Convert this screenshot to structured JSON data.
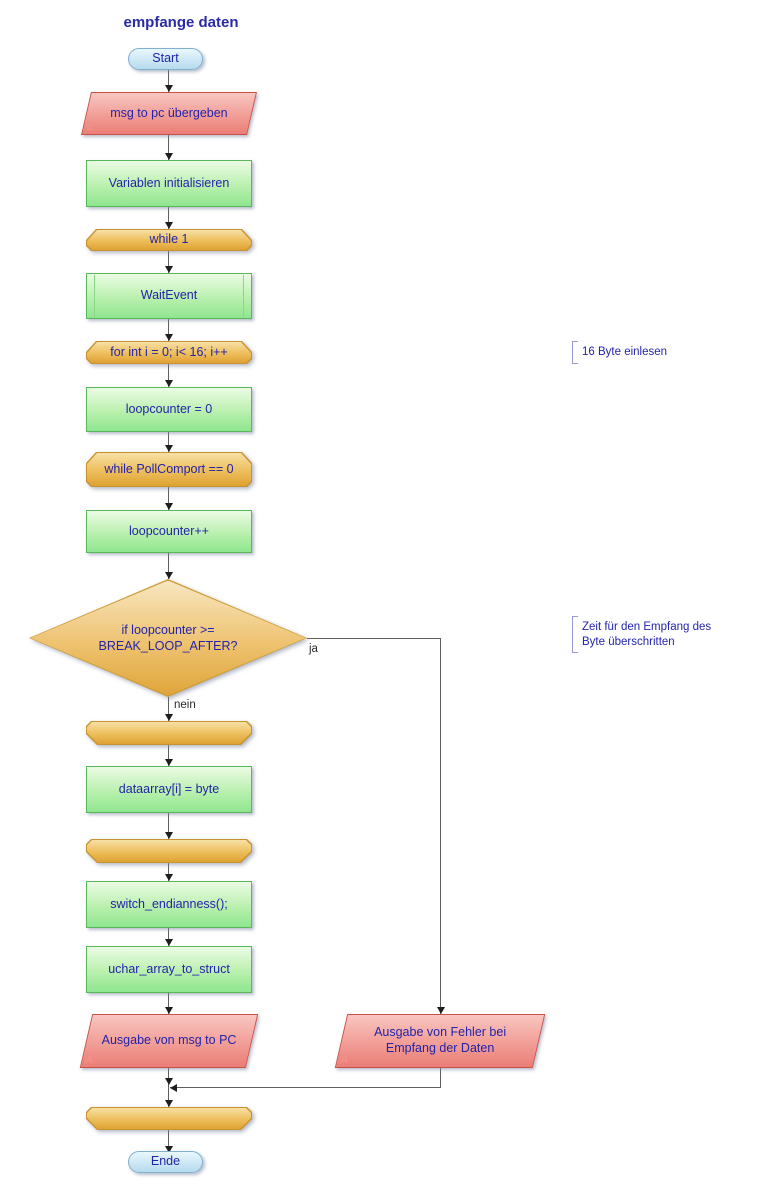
{
  "title": "empfange daten",
  "nodes": {
    "start": {
      "type": "terminator",
      "label": "Start"
    },
    "msg_to_pc": {
      "type": "io",
      "label": "msg to pc übergeben",
      "corner": "E"
    },
    "variablen": {
      "type": "process",
      "label": "Variablen initialisieren"
    },
    "while_1": {
      "type": "loop-start",
      "label": "while 1"
    },
    "wait_event": {
      "type": "predefined-process",
      "label": "WaitEvent"
    },
    "for_loop": {
      "type": "loop-start",
      "label": "for int i = 0; i< 16; i++"
    },
    "loopcounter_init": {
      "type": "process",
      "label": "loopcounter = 0"
    },
    "while_pollcomport": {
      "type": "loop-start",
      "label": "while PollComport == 0"
    },
    "loopcounter_inc": {
      "type": "process",
      "label": "loopcounter++"
    },
    "decision": {
      "type": "decision",
      "label": "if loopcounter >= BREAK_LOOP_AFTER?"
    },
    "loop_end_1": {
      "type": "loop-end",
      "label": ""
    },
    "dataarray": {
      "type": "process",
      "label": "dataarray[i] = byte"
    },
    "loop_end_2": {
      "type": "loop-end",
      "label": ""
    },
    "switch_endianness": {
      "type": "process",
      "label": "switch_endianness();"
    },
    "uchar_array": {
      "type": "process",
      "label": "uchar_array_to_struct"
    },
    "ausgabe_msg": {
      "type": "io",
      "label": "Ausgabe von msg to PC",
      "corner": "A"
    },
    "ausgabe_fehler": {
      "type": "io",
      "label": "Ausgabe von Fehler bei Empfang der Daten",
      "corner": "A"
    },
    "loop_end_3": {
      "type": "loop-end",
      "label": ""
    },
    "ende": {
      "type": "terminator",
      "label": "Ende"
    }
  },
  "edge_labels": {
    "yes": "ja",
    "no": "nein"
  },
  "comments": [
    {
      "text": "16 Byte einlesen"
    },
    {
      "text": "Zeit für den Empfang des Byte überschritten"
    }
  ],
  "colors": {
    "process_fill": "#8fe68f",
    "process_border": "#58b858",
    "loop_fill": "#dfa233",
    "loop_border": "#c8922d",
    "io_fill": "#ea7e76",
    "io_border": "#c95149",
    "terminator_fill": "#b5dbee",
    "terminator_border": "#7fb0cd",
    "text": "#2323ab",
    "connector": "#5f5f5f"
  }
}
